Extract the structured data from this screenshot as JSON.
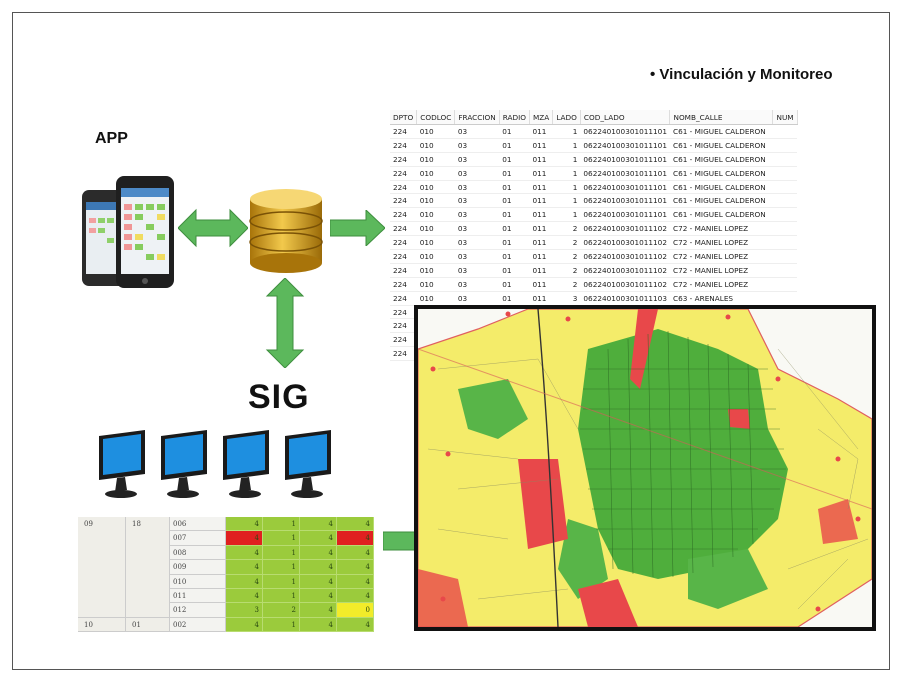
{
  "heading": "• Vinculación y Monitoreo",
  "app_label": "APP",
  "sig_label": "SIG",
  "db_table": {
    "headers": [
      "DPTO",
      "CODLOC",
      "FRACCION",
      "RADIO",
      "MZA",
      "LADO",
      "COD_LADO",
      "NOMB_CALLE",
      "NUM"
    ],
    "rows": [
      [
        "224",
        "010",
        "03",
        "01",
        "011",
        "1",
        "062240100301011101",
        "C61 - MIGUEL CALDERON",
        ""
      ],
      [
        "224",
        "010",
        "03",
        "01",
        "011",
        "1",
        "062240100301011101",
        "C61 - MIGUEL CALDERON",
        ""
      ],
      [
        "224",
        "010",
        "03",
        "01",
        "011",
        "1",
        "062240100301011101",
        "C61 - MIGUEL CALDERON",
        ""
      ],
      [
        "224",
        "010",
        "03",
        "01",
        "011",
        "1",
        "062240100301011101",
        "C61 - MIGUEL CALDERON",
        ""
      ],
      [
        "224",
        "010",
        "03",
        "01",
        "011",
        "1",
        "062240100301011101",
        "C61 - MIGUEL CALDERON",
        ""
      ],
      [
        "224",
        "010",
        "03",
        "01",
        "011",
        "1",
        "062240100301011101",
        "C61 - MIGUEL CALDERON",
        ""
      ],
      [
        "224",
        "010",
        "03",
        "01",
        "011",
        "1",
        "062240100301011101",
        "C61 - MIGUEL CALDERON",
        ""
      ],
      [
        "224",
        "010",
        "03",
        "01",
        "011",
        "2",
        "062240100301011102",
        "C72 - MANIEL LOPEZ",
        ""
      ],
      [
        "224",
        "010",
        "03",
        "01",
        "011",
        "2",
        "062240100301011102",
        "C72 - MANIEL LOPEZ",
        ""
      ],
      [
        "224",
        "010",
        "03",
        "01",
        "011",
        "2",
        "062240100301011102",
        "C72 - MANIEL LOPEZ",
        ""
      ],
      [
        "224",
        "010",
        "03",
        "01",
        "011",
        "2",
        "062240100301011102",
        "C72 - MANIEL LOPEZ",
        ""
      ],
      [
        "224",
        "010",
        "03",
        "01",
        "011",
        "2",
        "062240100301011102",
        "C72 - MANIEL LOPEZ",
        ""
      ],
      [
        "224",
        "010",
        "03",
        "01",
        "011",
        "3",
        "062240100301011103",
        "C63 - ARENALES",
        ""
      ],
      [
        "224",
        "",
        "",
        "",
        "",
        "",
        "",
        "",
        ""
      ],
      [
        "224",
        "",
        "",
        "",
        "",
        "",
        "",
        "",
        ""
      ],
      [
        "224",
        "",
        "",
        "",
        "",
        "",
        "",
        "",
        ""
      ],
      [
        "224",
        "",
        "",
        "",
        "",
        "",
        "",
        "",
        ""
      ]
    ]
  },
  "monitor_grid": {
    "block_labels": [
      [
        "09",
        "18"
      ],
      [
        "10",
        "01"
      ]
    ],
    "rows": [
      {
        "code": "006",
        "v": [
          "4",
          "1",
          "4",
          "4"
        ],
        "hl": [
          null,
          null,
          null,
          null
        ]
      },
      {
        "code": "007",
        "v": [
          "4",
          "1",
          "4",
          "4"
        ],
        "hl": [
          "red",
          null,
          null,
          "red"
        ]
      },
      {
        "code": "008",
        "v": [
          "4",
          "1",
          "4",
          "4"
        ],
        "hl": [
          null,
          null,
          null,
          null
        ]
      },
      {
        "code": "009",
        "v": [
          "4",
          "1",
          "4",
          "4"
        ],
        "hl": [
          null,
          null,
          null,
          null
        ]
      },
      {
        "code": "010",
        "v": [
          "4",
          "1",
          "4",
          "4"
        ],
        "hl": [
          null,
          null,
          null,
          null
        ]
      },
      {
        "code": "011",
        "v": [
          "4",
          "1",
          "4",
          "4"
        ],
        "hl": [
          null,
          null,
          null,
          null
        ]
      },
      {
        "code": "012",
        "v": [
          "3",
          "2",
          "4",
          "0"
        ],
        "hl": [
          null,
          null,
          null,
          "yellow"
        ]
      },
      {
        "code": "002",
        "v": [
          "4",
          "1",
          "4",
          "4"
        ],
        "hl": [
          null,
          null,
          null,
          null
        ]
      }
    ]
  },
  "colors": {
    "arrow_green": "#5cb85c",
    "map_green": "#3f9d2e",
    "map_yellow": "#f4ec6a",
    "map_red": "#e8484a",
    "db_gold": "#d4a017"
  },
  "icons": {
    "phones": "smartphone-icon",
    "database": "database-icon",
    "monitors": "desktop-monitor-icon"
  }
}
